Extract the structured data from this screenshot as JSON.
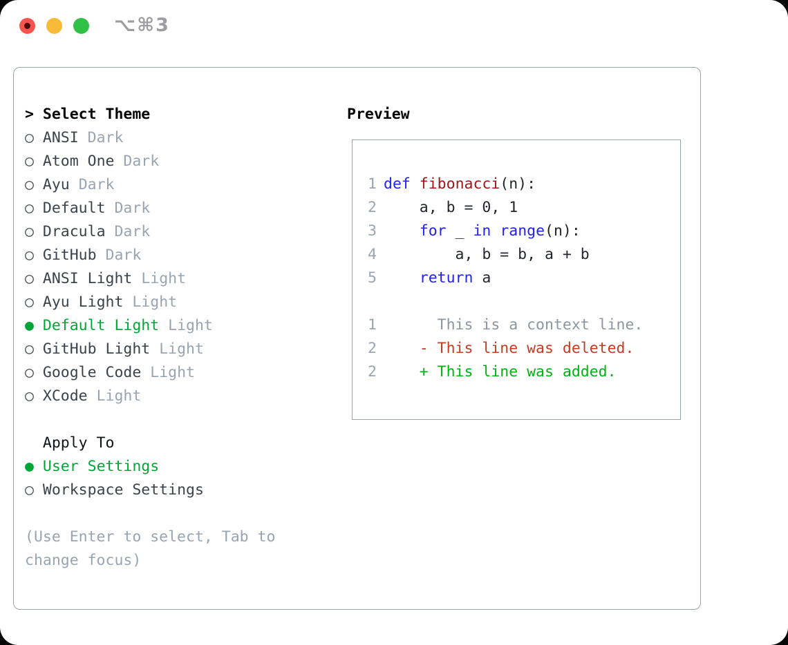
{
  "window": {
    "shortcut_label": "⌥⌘3"
  },
  "icons": {
    "radio_selected": "●",
    "radio_unselected": "○",
    "focus_caret": ">"
  },
  "theme_panel": {
    "select_header": {
      "marker": ">",
      "label": "Select Theme"
    },
    "themes": [
      {
        "label": "ANSI",
        "tag": "Dark",
        "selected": false
      },
      {
        "label": "Atom One",
        "tag": "Dark",
        "selected": false
      },
      {
        "label": "Ayu",
        "tag": "Dark",
        "selected": false
      },
      {
        "label": "Default",
        "tag": "Dark",
        "selected": false
      },
      {
        "label": "Dracula",
        "tag": "Dark",
        "selected": false
      },
      {
        "label": "GitHub",
        "tag": "Dark",
        "selected": false
      },
      {
        "label": "ANSI Light",
        "tag": "Light",
        "selected": false
      },
      {
        "label": "Ayu Light",
        "tag": "Light",
        "selected": false
      },
      {
        "label": "Default Light",
        "tag": "Light",
        "selected": true
      },
      {
        "label": "GitHub Light",
        "tag": "Light",
        "selected": false
      },
      {
        "label": "Google Code",
        "tag": "Light",
        "selected": false
      },
      {
        "label": "XCode",
        "tag": "Light",
        "selected": false
      }
    ],
    "apply_header": "Apply To",
    "apply_options": [
      {
        "label": "User Settings",
        "selected": true
      },
      {
        "label": "Workspace Settings",
        "selected": false
      }
    ],
    "hint_lines": [
      "(Use Enter to select, Tab to",
      "change focus)"
    ]
  },
  "preview": {
    "header": "Preview",
    "code_lines": [
      {
        "no": "1",
        "tokens": [
          {
            "text": "def",
            "style": "keyword"
          },
          {
            "text": " ",
            "style": "plain"
          },
          {
            "text": "fibonacci",
            "style": "function"
          },
          {
            "text": "(n):",
            "style": "plain"
          }
        ]
      },
      {
        "no": "2",
        "tokens": [
          {
            "text": "    a, b = 0, 1",
            "style": "plain"
          }
        ]
      },
      {
        "no": "3",
        "tokens": [
          {
            "text": "    ",
            "style": "plain"
          },
          {
            "text": "for",
            "style": "keyword"
          },
          {
            "text": " _ ",
            "style": "plain"
          },
          {
            "text": "in",
            "style": "keyword"
          },
          {
            "text": " ",
            "style": "plain"
          },
          {
            "text": "range",
            "style": "keyword"
          },
          {
            "text": "(n):",
            "style": "plain"
          }
        ]
      },
      {
        "no": "4",
        "tokens": [
          {
            "text": "        a, b = b, a + b",
            "style": "plain"
          }
        ]
      },
      {
        "no": "5",
        "tokens": [
          {
            "text": "    ",
            "style": "plain"
          },
          {
            "text": "return",
            "style": "keyword"
          },
          {
            "text": " a",
            "style": "plain"
          }
        ]
      },
      {
        "no": "",
        "tokens": []
      },
      {
        "no": "1",
        "tokens": [
          {
            "text": "      This is a context line.",
            "style": "context"
          }
        ]
      },
      {
        "no": "2",
        "tokens": [
          {
            "text": "    - This line was deleted.",
            "style": "deleted"
          }
        ]
      },
      {
        "no": "2",
        "tokens": [
          {
            "text": "    + This line was added.",
            "style": "added"
          }
        ]
      }
    ]
  },
  "colors": {
    "selection_green": "#00a737",
    "diff_added_green": "#00b30f",
    "diff_deleted_red": "#c43b22",
    "keyword_blue": "#2222f2",
    "function_red": "#a31515",
    "muted_gray": "#9aa4b1",
    "panel_border": "#9aa2ae",
    "traffic_red": "#f4564e",
    "traffic_yellow": "#f7bb37",
    "traffic_green": "#30c146"
  }
}
